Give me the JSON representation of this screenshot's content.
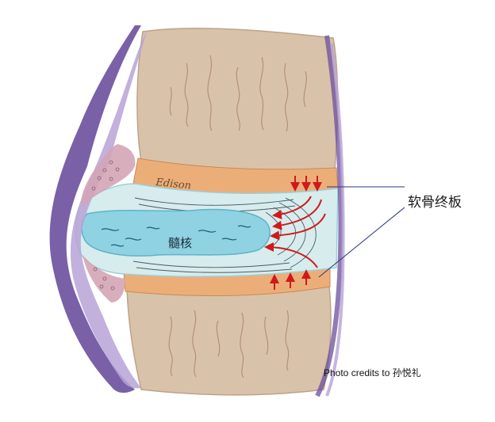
{
  "labels": {
    "endplate": "软骨终板",
    "nucleus": "髓核",
    "signature": "Edison",
    "credit": "Photo credits to 孙悦礼"
  },
  "colors": {
    "bone": "#d9c2aa",
    "bone_texture": "#a9866a",
    "endplate": "#ecae78",
    "disc_outer": "#d7ecec",
    "nucleus": "#8fd2e2",
    "ligament": "#6b4f9c",
    "ligament_light": "#b7a3d6",
    "arrow": "#d01a1a",
    "leader": "#2a3680"
  },
  "icons": [
    "arrow-down-icon",
    "arrow-up-icon",
    "arrow-left-icon"
  ]
}
